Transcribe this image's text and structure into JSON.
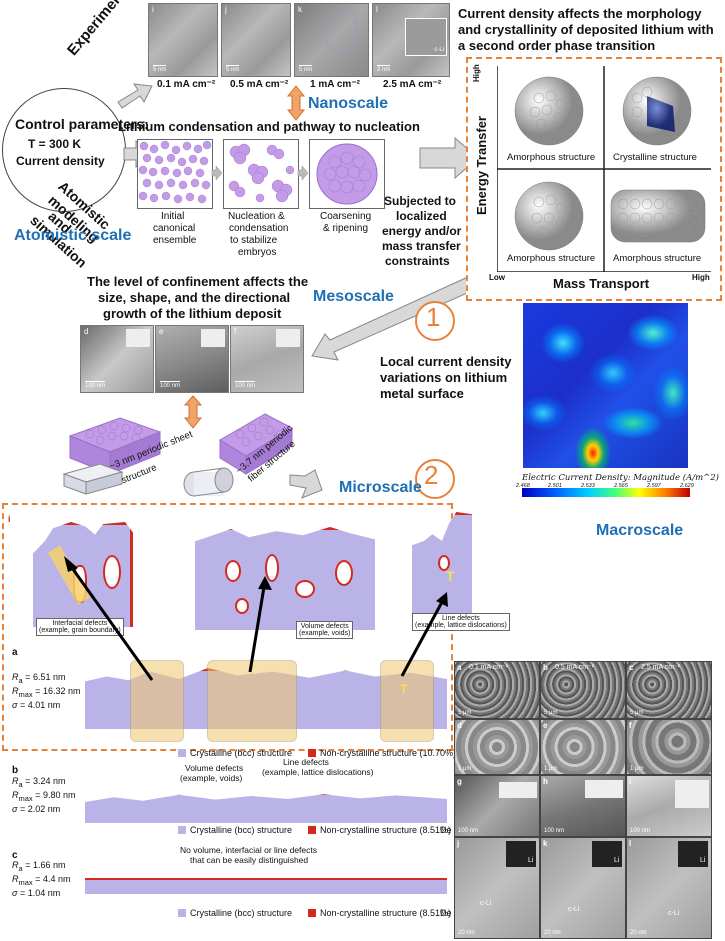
{
  "control": {
    "title": "Control parameters:",
    "line1": "T = 300 K",
    "line2": "Current density"
  },
  "branches": {
    "experimental": "Experimental",
    "modeling": "Atomistic modeling and simulation",
    "modeling_l1": "Atomistic",
    "modeling_l2": "modeling",
    "modeling_l3": "and",
    "modeling_l4": "simulation"
  },
  "scales": {
    "atomistic": "Atomistic scale",
    "nanoscale": "Nanoscale",
    "mesoscale": "Mesoscale",
    "microscale": "Microscale",
    "macroscale": "Macroscale"
  },
  "top_tem": {
    "panels": [
      {
        "letter": "i",
        "scale": "5 nm",
        "current": "0.1 mA cm⁻²"
      },
      {
        "letter": "j",
        "scale": "5 nm",
        "current": "0.5 mA cm⁻²"
      },
      {
        "letter": "k",
        "scale": "5 nm",
        "current": "1 mA cm⁻²"
      },
      {
        "letter": "l",
        "scale": "2 nm",
        "current": "2.5 mA cm⁻²"
      }
    ],
    "inset_label": "c-Li"
  },
  "headline": {
    "line1": "Current density affects the morphology",
    "line2": "and crystallinity of deposited lithium with",
    "line3": "a second order phase transition"
  },
  "nucleation": {
    "title": "Lithium condensation and pathway to nucleation",
    "steps": [
      {
        "l1": "Initial",
        "l2": "canonical",
        "l3": "ensemble"
      },
      {
        "l1": "Nucleation &",
        "l2": "condensation",
        "l3": "to stabilize",
        "l4": "embryos"
      },
      {
        "l1": "Coarsening",
        "l2": "& ripening"
      }
    ]
  },
  "subjected": {
    "l1": "Subjected to",
    "l2": "localized",
    "l3": "energy and/or",
    "l4": "mass transfer",
    "l5": "constraints"
  },
  "phase_map": {
    "y_axis": "Energy Transfer",
    "x_axis": "Mass Transport",
    "y_high": "High",
    "x_low": "Low",
    "x_high": "High",
    "quadrants": {
      "tl": "Amorphous structure",
      "tr": "Crystalline structure",
      "bl": "Amorphous structure",
      "br": "Amorphous structure"
    }
  },
  "confinement": {
    "l1": "The level of confinement affects the",
    "l2": "size, shape, and the directional",
    "l3": "growth of the lithium deposit"
  },
  "meso_tem": {
    "panels": [
      {
        "letter": "d",
        "scale": "100 nm"
      },
      {
        "letter": "e",
        "scale": "100 nm"
      },
      {
        "letter": "f",
        "scale": "100 nm"
      }
    ]
  },
  "structures": {
    "sheet": "~3 nm periodic sheet structure",
    "sheet_l1": "~3 nm periodic sheet",
    "sheet_l2": "structure",
    "fiber": "~3.7 nm periodic fiber structure",
    "fiber_l1": "~3.7 nm periodic",
    "fiber_l2": "fiber structure"
  },
  "step_numbers": {
    "one": "1",
    "two": "2"
  },
  "local_current": {
    "l1": "Local current density",
    "l2": "variations on lithium",
    "l3": "metal surface"
  },
  "heatmap": {
    "title": "Electric Current Density: Magnitude (A/m^2)",
    "ticks": [
      "2.468",
      "2.501",
      "2.533",
      "2.565",
      "2.597",
      "2.629"
    ]
  },
  "defects": {
    "interfacial": {
      "l1": "Interfacial defects",
      "l2": "(example, grain boundary)"
    },
    "volume": {
      "l1": "Volume defects",
      "l2": "(example, voids)"
    },
    "line": {
      "l1": "Line defects",
      "l2": "(example, lattice dislocations)"
    },
    "panel_i": "i",
    "t_label": "T"
  },
  "sim_a": {
    "label": "a",
    "ra": "6.51 nm",
    "rmax": "16.32 nm",
    "sigma": "4.01 nm",
    "legend_cryst": "Crystalline (bcc) structure",
    "legend_non": "Non-crystalline structure (10.70%)"
  },
  "sim_b": {
    "label": "b",
    "ra": "3.24 nm",
    "rmax": "9.80 nm",
    "sigma": "2.02 nm",
    "vol_l1": "Volume defects",
    "vol_l2": "(example, voids)",
    "line_l1": "Line defects",
    "line_l2": "(example, lattice dislocations)",
    "legend_cryst": "Crystalline (bcc) structure",
    "legend_non": "Non-crystalline structure (8.51%)",
    "cut": "De"
  },
  "sim_c": {
    "label": "c",
    "ra": "1.66 nm",
    "rmax": "4.4 nm",
    "sigma": "1.04 nm",
    "note_l1": "No volume, interfacial or line defects",
    "note_l2": "that can be easily distinguished",
    "legend_cryst": "Crystalline (bcc) structure",
    "legend_non": "Non-crystalline structure (8.51%)",
    "cut": "De"
  },
  "stat_labels": {
    "ra": "R",
    "ra_sub": "a",
    "rmax_sub": "max",
    "sigma": "σ",
    "eq": " = "
  },
  "sem_grid": {
    "rows": [
      [
        {
          "letter": "a",
          "text": "0.1 mA cm⁻²",
          "scale": "5 μm"
        },
        {
          "letter": "b",
          "text": "0.5 mA cm⁻²",
          "scale": "5 μm"
        },
        {
          "letter": "c",
          "text": "2.5 mA cm⁻²",
          "scale": "5 μm"
        }
      ],
      [
        {
          "letter": "d",
          "text": "",
          "scale": "1 μm"
        },
        {
          "letter": "e",
          "text": "",
          "scale": "1 μm"
        },
        {
          "letter": "f",
          "text": "",
          "scale": "1 μm"
        }
      ],
      [
        {
          "letter": "g",
          "text": "",
          "scale": "100 nm"
        },
        {
          "letter": "h",
          "text": "",
          "scale": "100 nm"
        },
        {
          "letter": "i",
          "text": "",
          "scale": "100 nm"
        }
      ],
      [
        {
          "letter": "j",
          "text": "c-Li",
          "scale": "20 nm"
        },
        {
          "letter": "k",
          "text": "c-Li",
          "scale": "20 nm"
        },
        {
          "letter": "l",
          "text": "c-Li",
          "scale": "20 nm"
        }
      ]
    ],
    "li_label": "Li"
  },
  "colors": {
    "accent_orange": "#e8823a",
    "scale_blue": "#1f6fb5",
    "sim_blue": "#b9b3e8",
    "defect_red": "#d42a1e",
    "cluster_purple": "#c39be6"
  }
}
